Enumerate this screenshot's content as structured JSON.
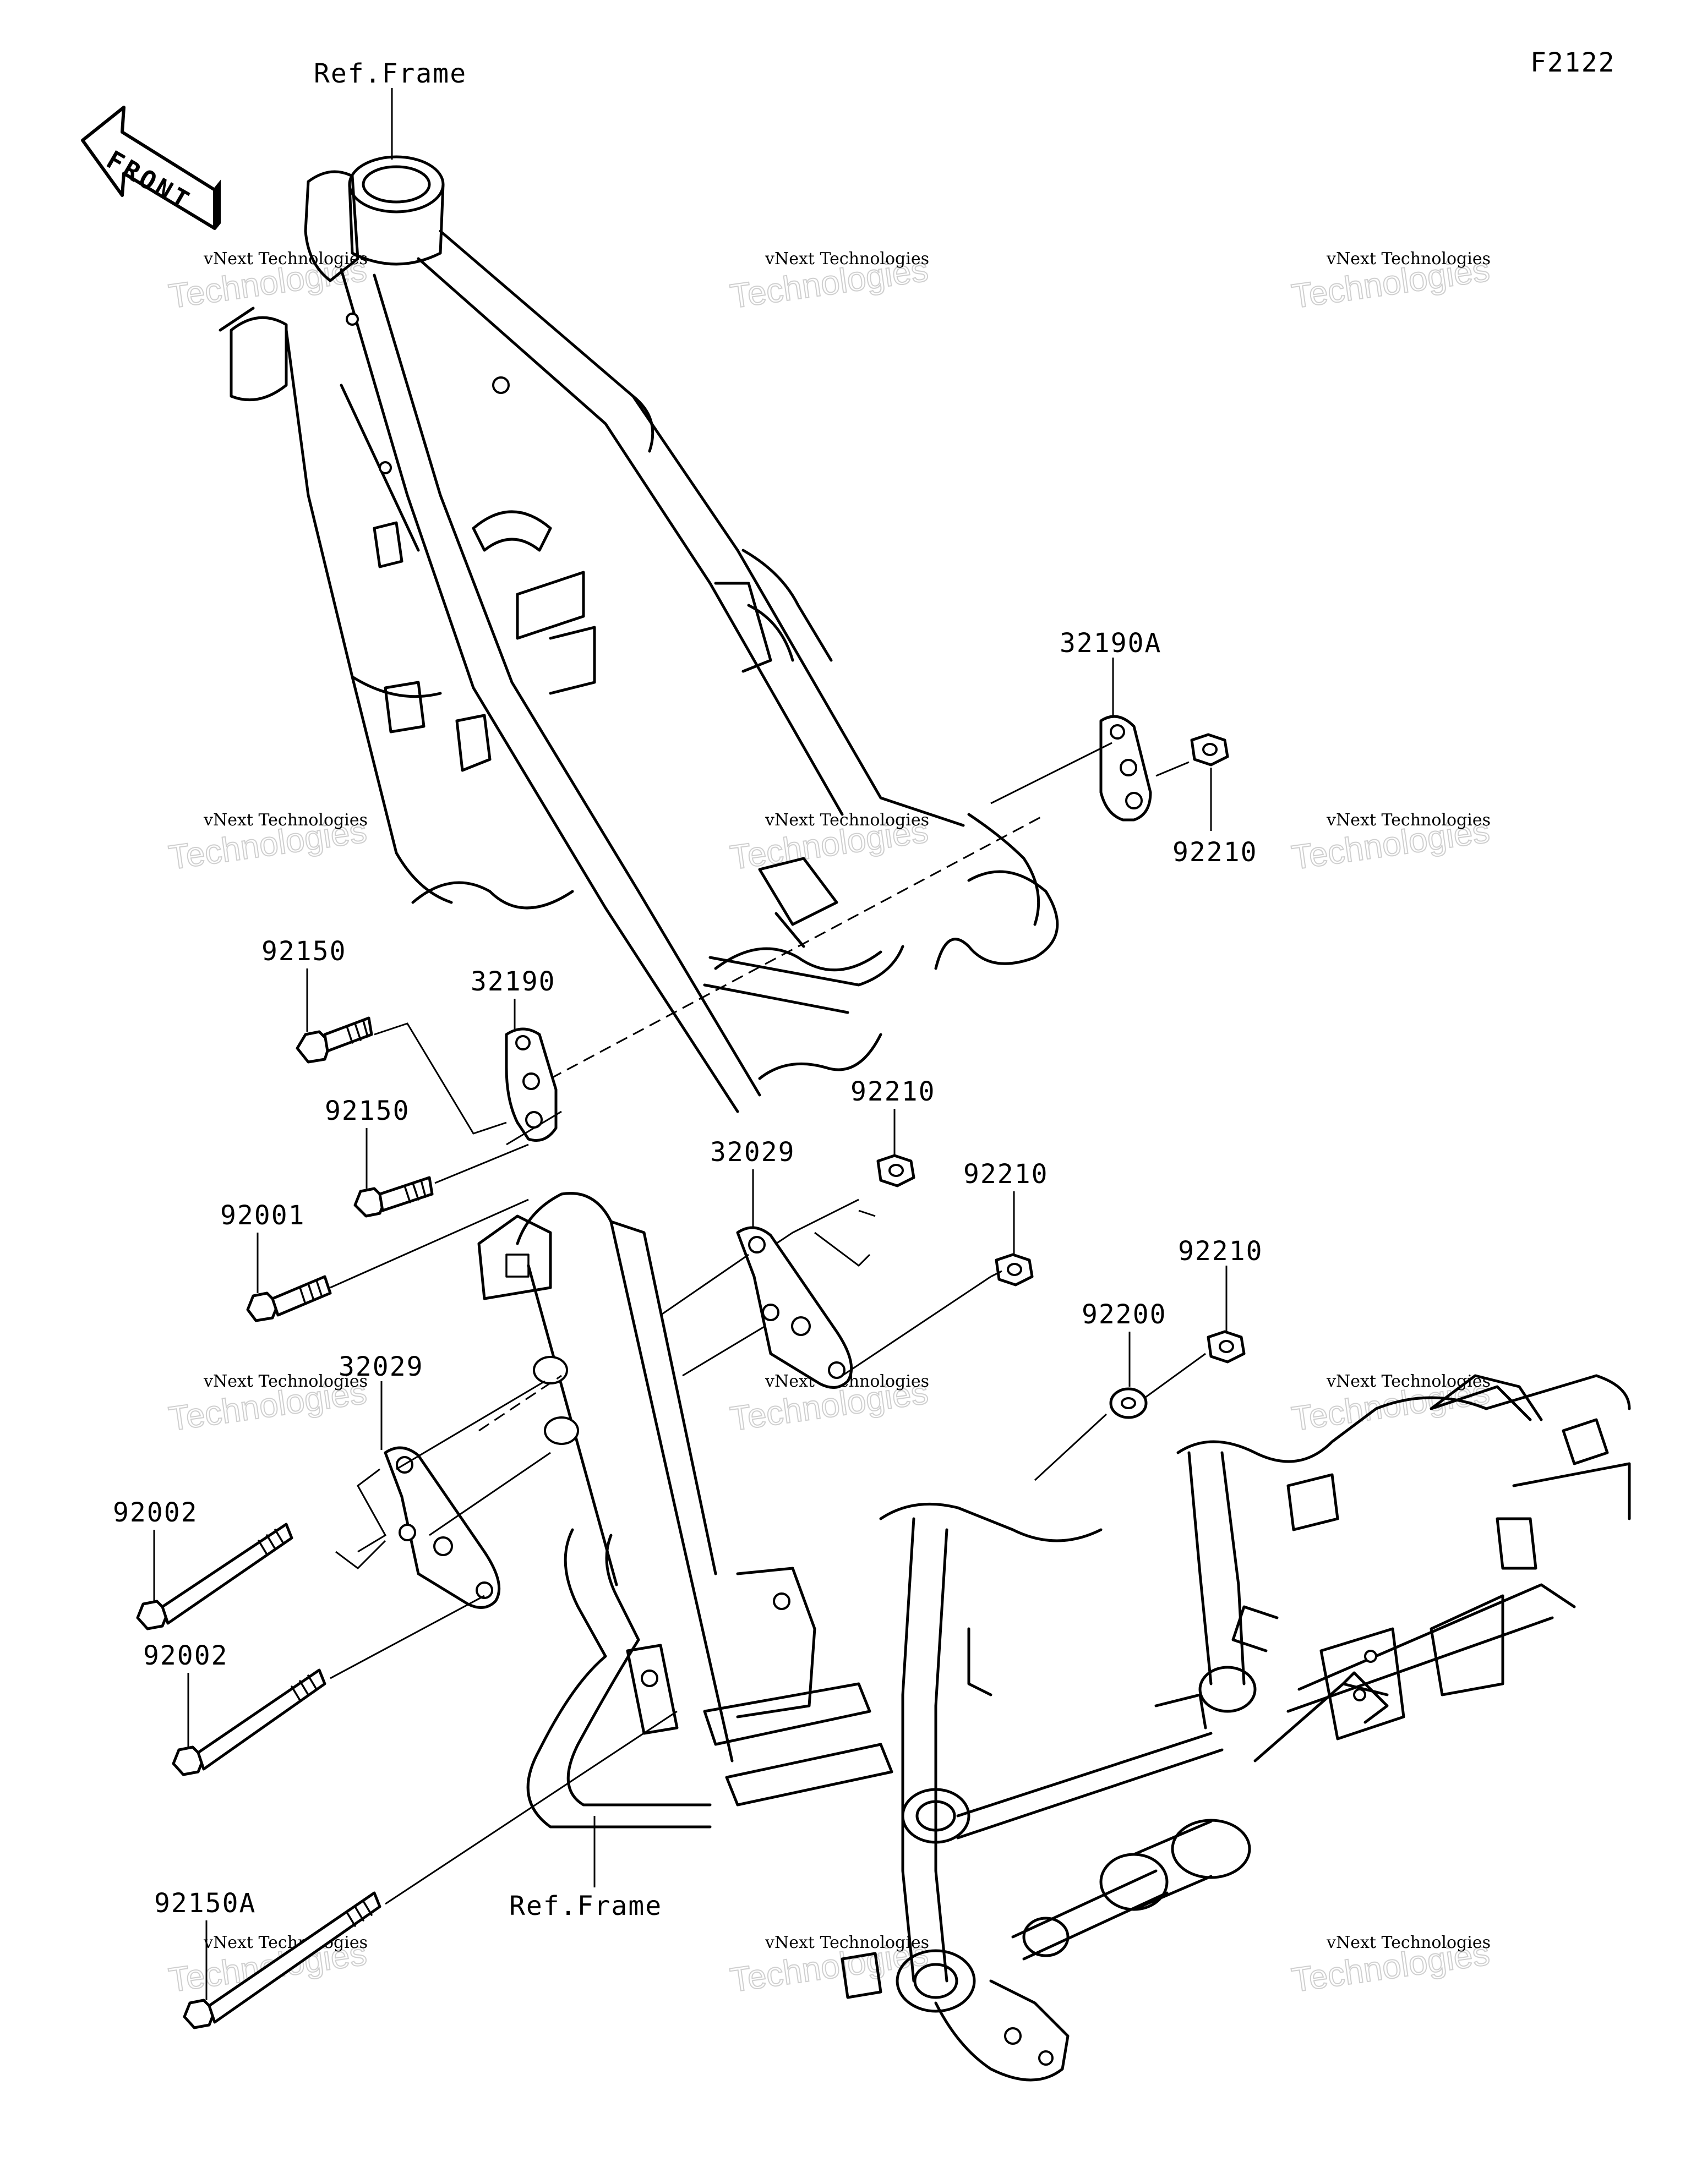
{
  "diagram_code": "F2122",
  "front_indicator": "FRONT",
  "watermark": {
    "line1": "vNext Technologies",
    "line2": "Technologies"
  },
  "labels": {
    "ref_frame_top": "Ref.Frame",
    "ref_frame_bottom": "Ref.Frame",
    "p32190A": "32190A",
    "p92210_a": "92210",
    "p92150_a": "92150",
    "p32190": "32190",
    "p92150_b": "92150",
    "p92001": "92001",
    "p92210_b": "92210",
    "p32029_a": "32029",
    "p92210_c": "92210",
    "p92210_d": "92210",
    "p92200": "92200",
    "p32029_b": "32029",
    "p92002_a": "92002",
    "p92002_b": "92002",
    "p92150A": "92150A"
  }
}
